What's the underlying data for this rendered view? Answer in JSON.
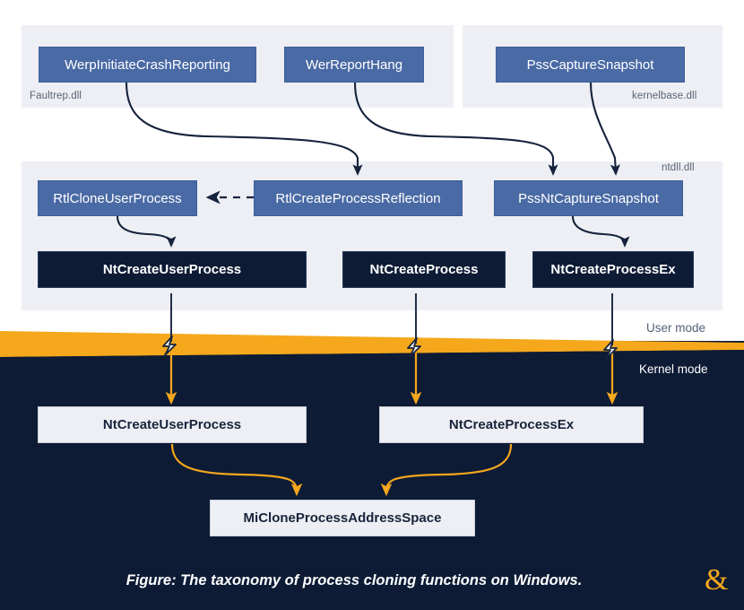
{
  "figure": {
    "caption": "Figure: The taxonomy of process cloning functions on Windows.",
    "brand_mark": "&"
  },
  "colors": {
    "node_blue": "#4a6aa5",
    "node_dark": "#0d1b35",
    "node_light": "#edeff4",
    "group_bg": "#edeff4",
    "kernel_bg": "#0d1b35",
    "boundary_orange": "#f5a81c",
    "edge_user": "#16233d",
    "edge_kernel": "#f5a81c"
  },
  "modes": {
    "user_label": "User mode",
    "kernel_label": "Kernel mode"
  },
  "groups": [
    {
      "name": "faultrep",
      "label": "Faultrep.dll",
      "label_align": "bottom-left"
    },
    {
      "name": "kernelbase",
      "label": "kernelbase.dll",
      "label_align": "bottom-right"
    },
    {
      "name": "ntdll",
      "label": "ntdll.dll",
      "label_align": "top-right"
    }
  ],
  "nodes": {
    "werp_initiate_crash_reporting": "WerpInitiateCrashReporting",
    "wer_report_hang": "WerReportHang",
    "pss_capture_snapshot": "PssCaptureSnapshot",
    "rtl_clone_user_process": "RtlCloneUserProcess",
    "rtl_create_process_reflection": "RtlCreateProcessReflection",
    "pss_nt_capture_snapshot": "PssNtCaptureSnapshot",
    "nt_create_user_process_um": "NtCreateUserProcess",
    "nt_create_process_um": "NtCreateProcess",
    "nt_create_process_ex_um": "NtCreateProcessEx",
    "nt_create_user_process_km": "NtCreateUserProcess",
    "nt_create_process_ex_km": "NtCreateProcessEx",
    "mi_clone_process_address_space": "MiCloneProcessAddressSpace"
  },
  "edges": [
    {
      "from": "werp_initiate_crash_reporting",
      "to": "rtl_create_process_reflection",
      "style": "solid"
    },
    {
      "from": "wer_report_hang",
      "to": "pss_nt_capture_snapshot",
      "style": "solid"
    },
    {
      "from": "pss_capture_snapshot",
      "to": "pss_nt_capture_snapshot",
      "style": "solid"
    },
    {
      "from": "rtl_create_process_reflection",
      "to": "rtl_clone_user_process",
      "style": "dashed"
    },
    {
      "from": "rtl_clone_user_process",
      "to": "nt_create_user_process_um",
      "style": "solid"
    },
    {
      "from": "pss_nt_capture_snapshot",
      "to": "nt_create_process_ex_um",
      "style": "solid"
    },
    {
      "from": "nt_create_user_process_um",
      "to": "nt_create_user_process_km",
      "style": "syscall"
    },
    {
      "from": "nt_create_process_um",
      "to": "nt_create_process_ex_km",
      "style": "syscall"
    },
    {
      "from": "nt_create_process_ex_um",
      "to": "nt_create_process_ex_km",
      "style": "syscall"
    },
    {
      "from": "nt_create_user_process_km",
      "to": "mi_clone_process_address_space",
      "style": "solid"
    },
    {
      "from": "nt_create_process_ex_km",
      "to": "mi_clone_process_address_space",
      "style": "solid"
    }
  ]
}
